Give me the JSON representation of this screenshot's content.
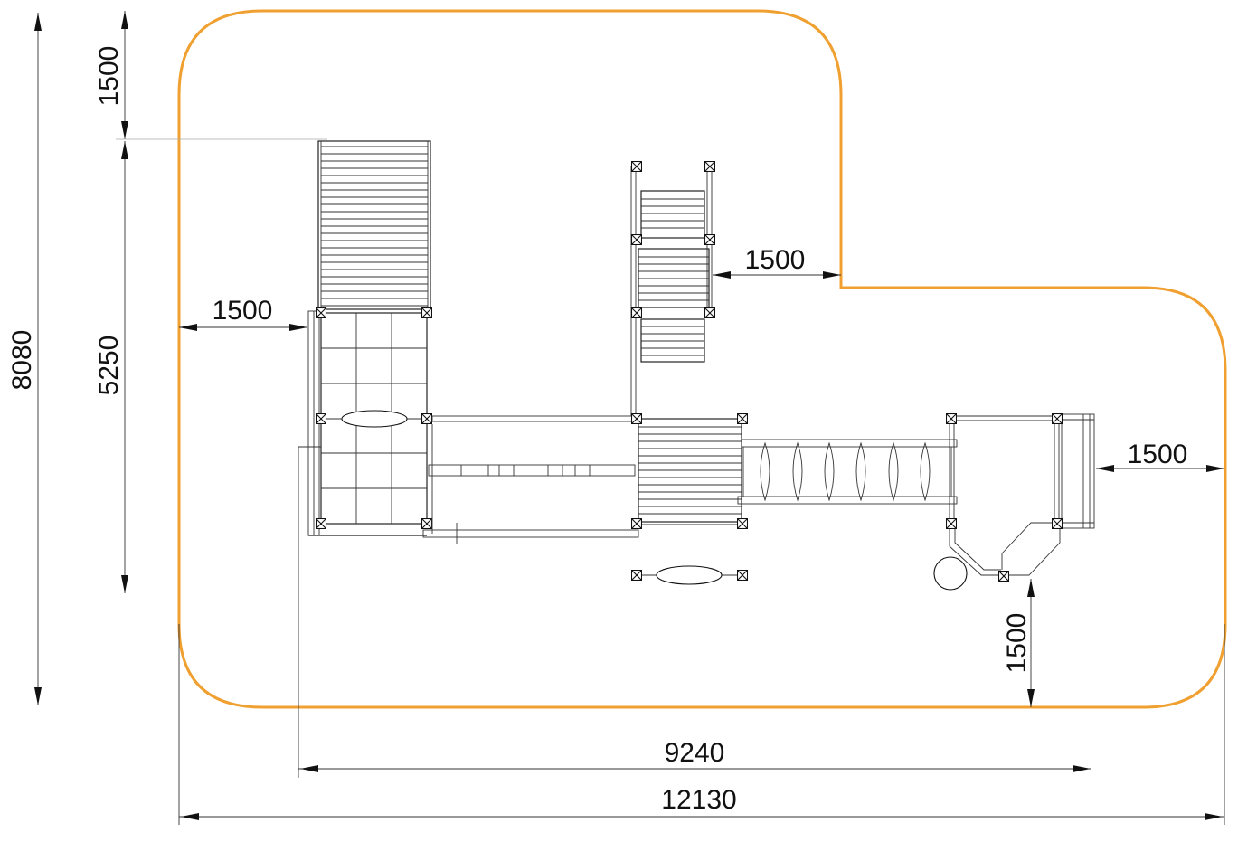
{
  "colors": {
    "boundary": "#f0a030",
    "line": "#222222"
  },
  "dimensions": {
    "total_height": "8080",
    "top_offset": "1500",
    "structure_depth": "5250",
    "left_clearance": "1500",
    "mid_clearance": "1500",
    "right_clearance": "1500",
    "bottom_clearance": "1500",
    "structure_width": "9240",
    "total_width": "12130"
  }
}
